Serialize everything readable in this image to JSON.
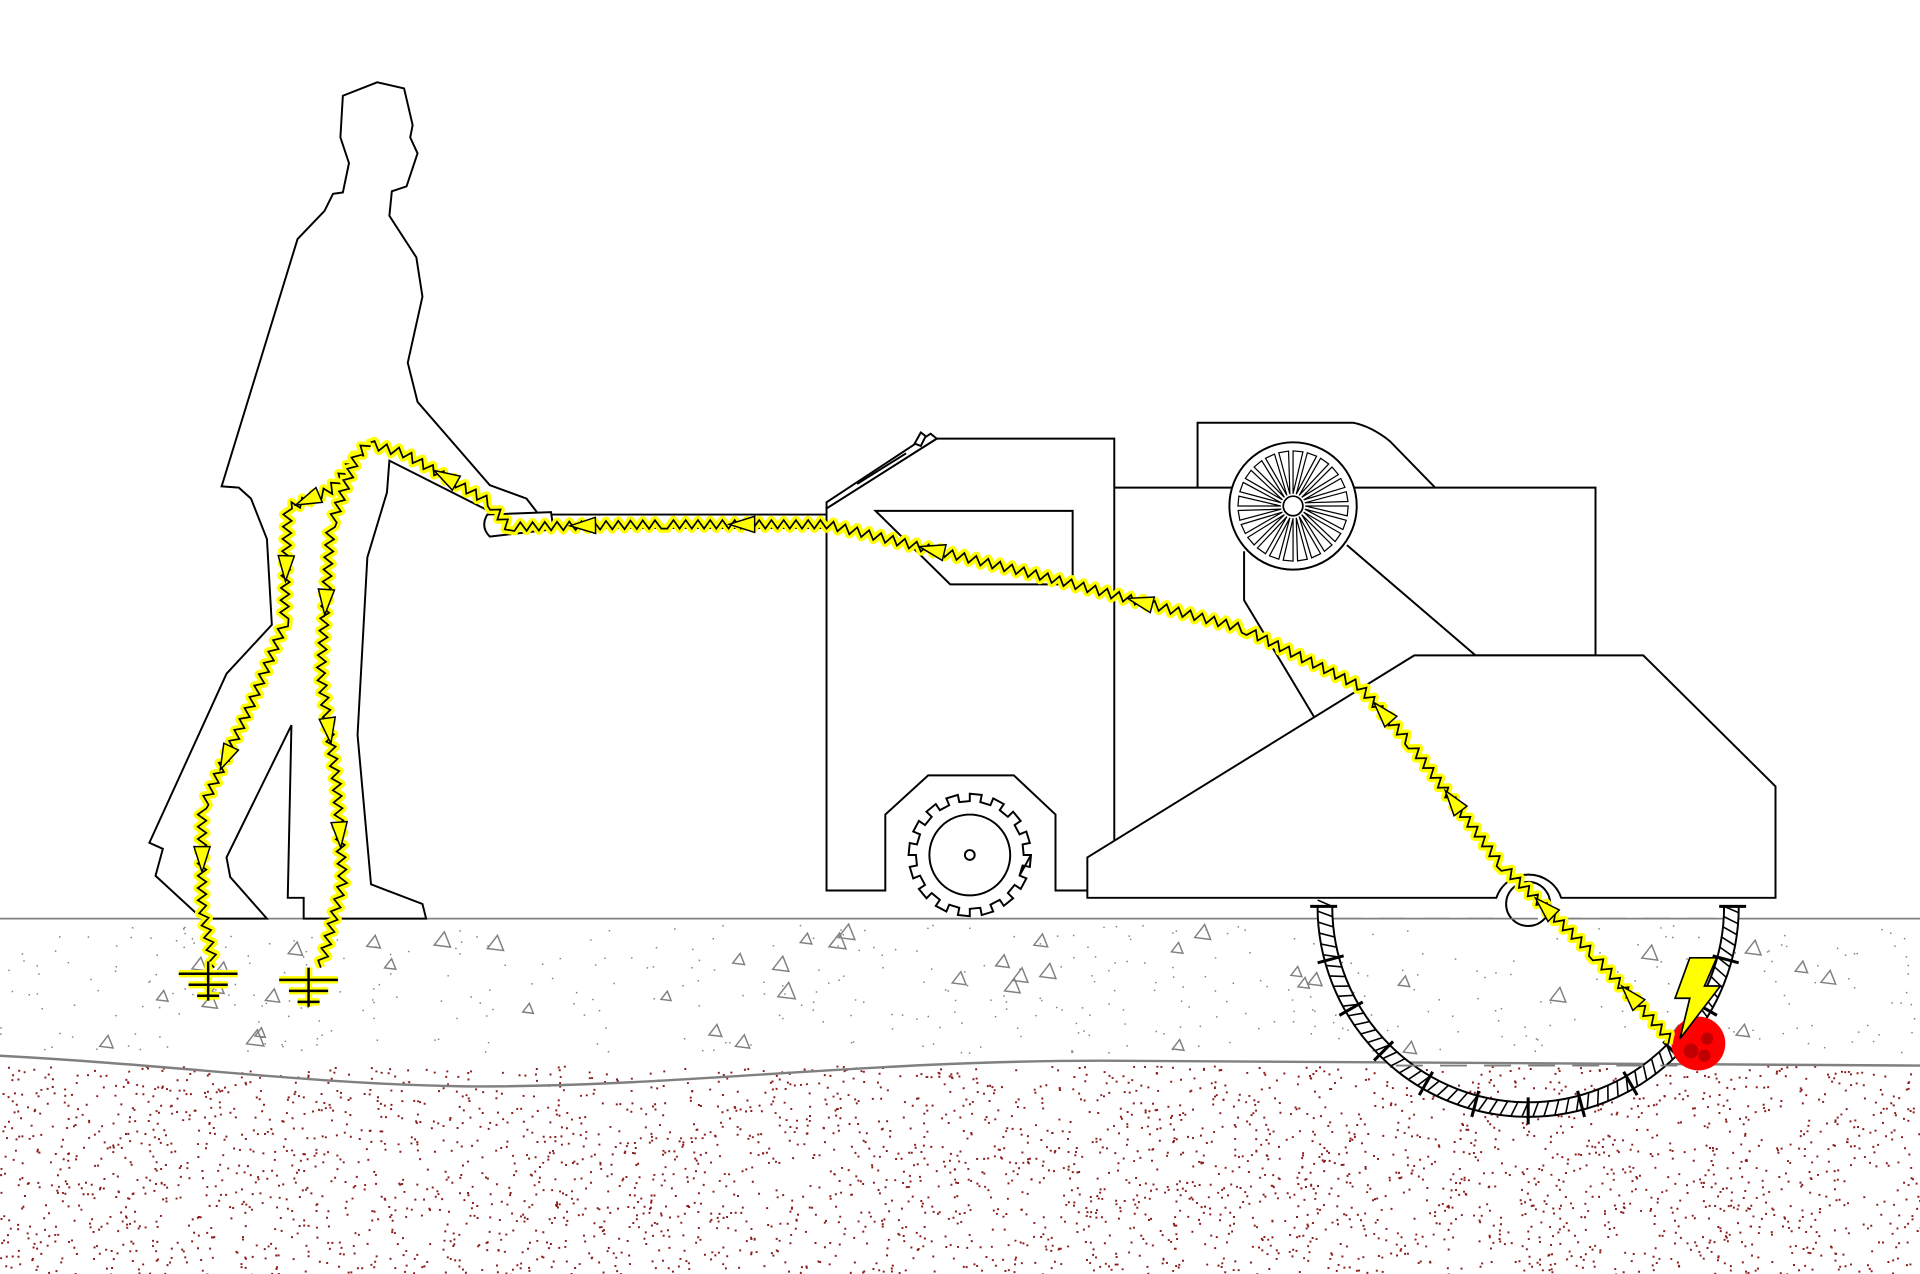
{
  "colors": {
    "current_path": "#ffff00",
    "outline": "#000000",
    "hazard_contact": "#ff0000",
    "soil_dots": "#8b1a1a",
    "ground_line": "#808080",
    "aggregate": "#808080"
  },
  "icons": [
    "person-silhouette",
    "walk-behind-saw",
    "diamond-blade",
    "lightning-bolt-icon",
    "ground-symbol-icon",
    "current-arrow-icon",
    "hazard-contact-icon"
  ]
}
